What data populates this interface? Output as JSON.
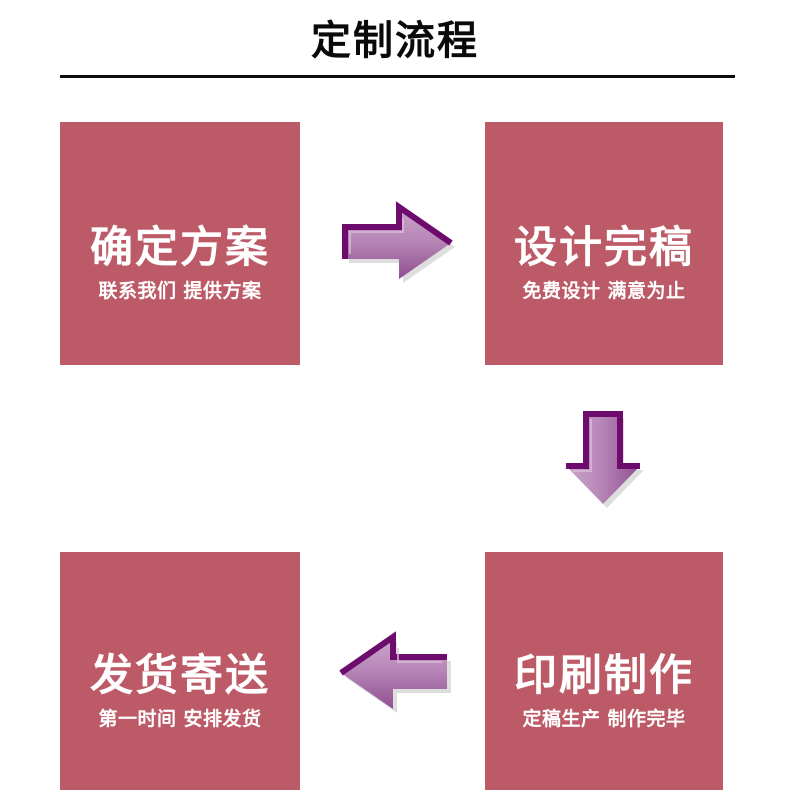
{
  "header": {
    "title": "定制流程",
    "divider": "horizontal-rule"
  },
  "colors": {
    "box_background": "#bd5a67",
    "box_text": "#ffffff",
    "title_text": "#0a0a0a",
    "arrow_dark": "#6d0c6d",
    "arrow_light": "#c9a3c9",
    "arrow_mid": "#9b5f9b",
    "page_background": "#ffffff"
  },
  "steps": [
    {
      "index": 1,
      "title": "确定方案",
      "subtitle": "联系我们  提供方案",
      "position": "top-left"
    },
    {
      "index": 2,
      "title": "设计完稿",
      "subtitle": "免费设计  满意为止",
      "position": "top-right"
    },
    {
      "index": 3,
      "title": "印刷制作",
      "subtitle": "定稿生产  制作完毕",
      "position": "bottom-right"
    },
    {
      "index": 4,
      "title": "发货寄送",
      "subtitle": "第一时间  安排发货",
      "position": "bottom-left"
    }
  ],
  "connectors": [
    {
      "name": "arrow-right",
      "direction": "right",
      "from": "确定方案",
      "to": "设计完稿"
    },
    {
      "name": "arrow-down",
      "direction": "down",
      "from": "设计完稿",
      "to": "印刷制作"
    },
    {
      "name": "arrow-left",
      "direction": "left",
      "from": "印刷制作",
      "to": "发货寄送"
    }
  ]
}
